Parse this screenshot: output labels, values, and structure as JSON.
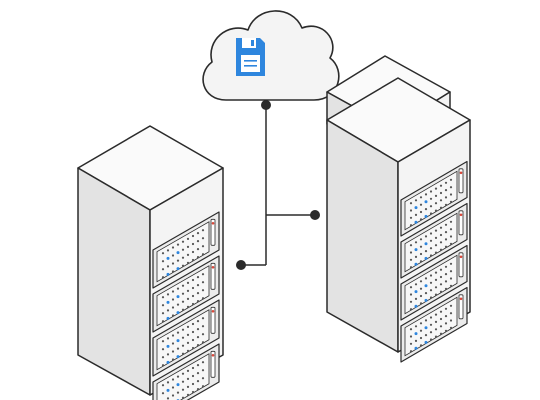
{
  "colors": {
    "outline": "#2b2b2b",
    "face_front": "#f4f4f4",
    "face_side": "#e3e3e3",
    "face_top": "#fafafa",
    "accent": "#2e86de",
    "led_red": "#d9483b",
    "background": "#ffffff"
  },
  "icons": {
    "cloud": "cloud-icon",
    "storage": "floppy-disk-icon"
  },
  "diagram": {
    "left_rack": {
      "units": 4
    },
    "right_rack": {
      "units": 4,
      "stacked_back_unit": true
    },
    "connections": [
      "cloud-to-left-rack",
      "cloud-to-right-rack"
    ]
  }
}
